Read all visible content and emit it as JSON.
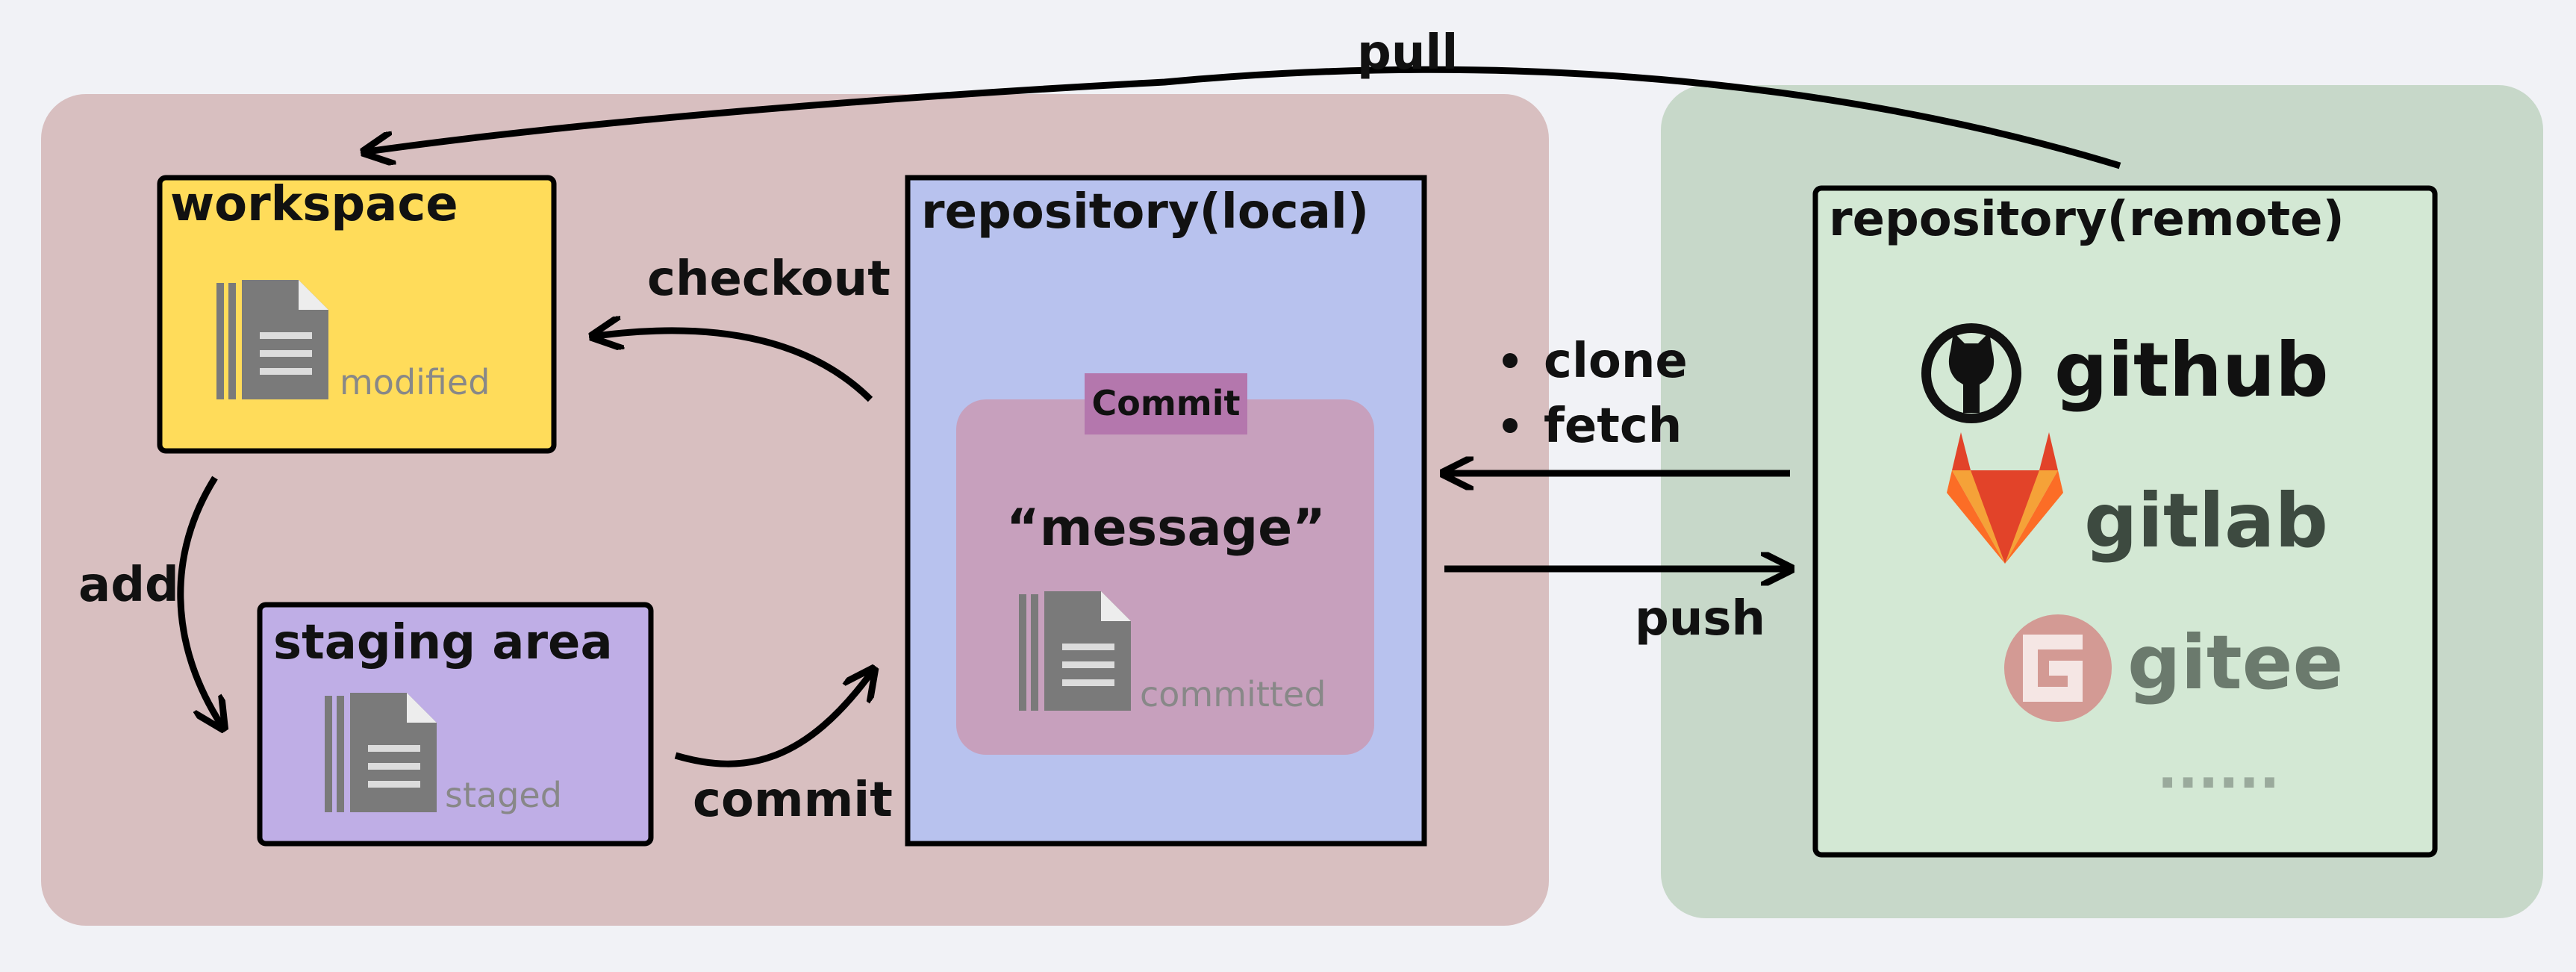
{
  "local_area": {
    "workspace": {
      "title": "workspace",
      "file_caption": "modified"
    },
    "staging": {
      "title": "staging area",
      "file_caption": "staged"
    },
    "repo_local": {
      "title": "repository(local)",
      "commit_tag": "Commit",
      "message": "“message”",
      "file_caption": "committed"
    }
  },
  "remote_area": {
    "title": "repository(remote)",
    "providers": [
      {
        "name": "github",
        "icon": "github-octocat-icon",
        "color": "#111111"
      },
      {
        "name": "gitlab",
        "icon": "gitlab-fox-icon",
        "color": "#3d4a40"
      },
      {
        "name": "gitee",
        "icon": "gitee-g-icon",
        "color": "#6b7a6d"
      }
    ],
    "more": "......"
  },
  "arrows": {
    "pull": "pull",
    "checkout": "checkout",
    "add": "add",
    "commit": "commit",
    "push": "push",
    "remote_to_local": [
      "clone",
      "fetch"
    ]
  },
  "colors": {
    "local_bg": "#d8bfc0",
    "remote_bg": "#c7d8c9",
    "workspace": "#ffdc5a",
    "staging": "#bfaee6",
    "repo_local": "#b8c2ee",
    "commit_box": "#c7a0bd",
    "commit_tag": "#b477ad",
    "repo_remote": "#d3e8d4"
  }
}
